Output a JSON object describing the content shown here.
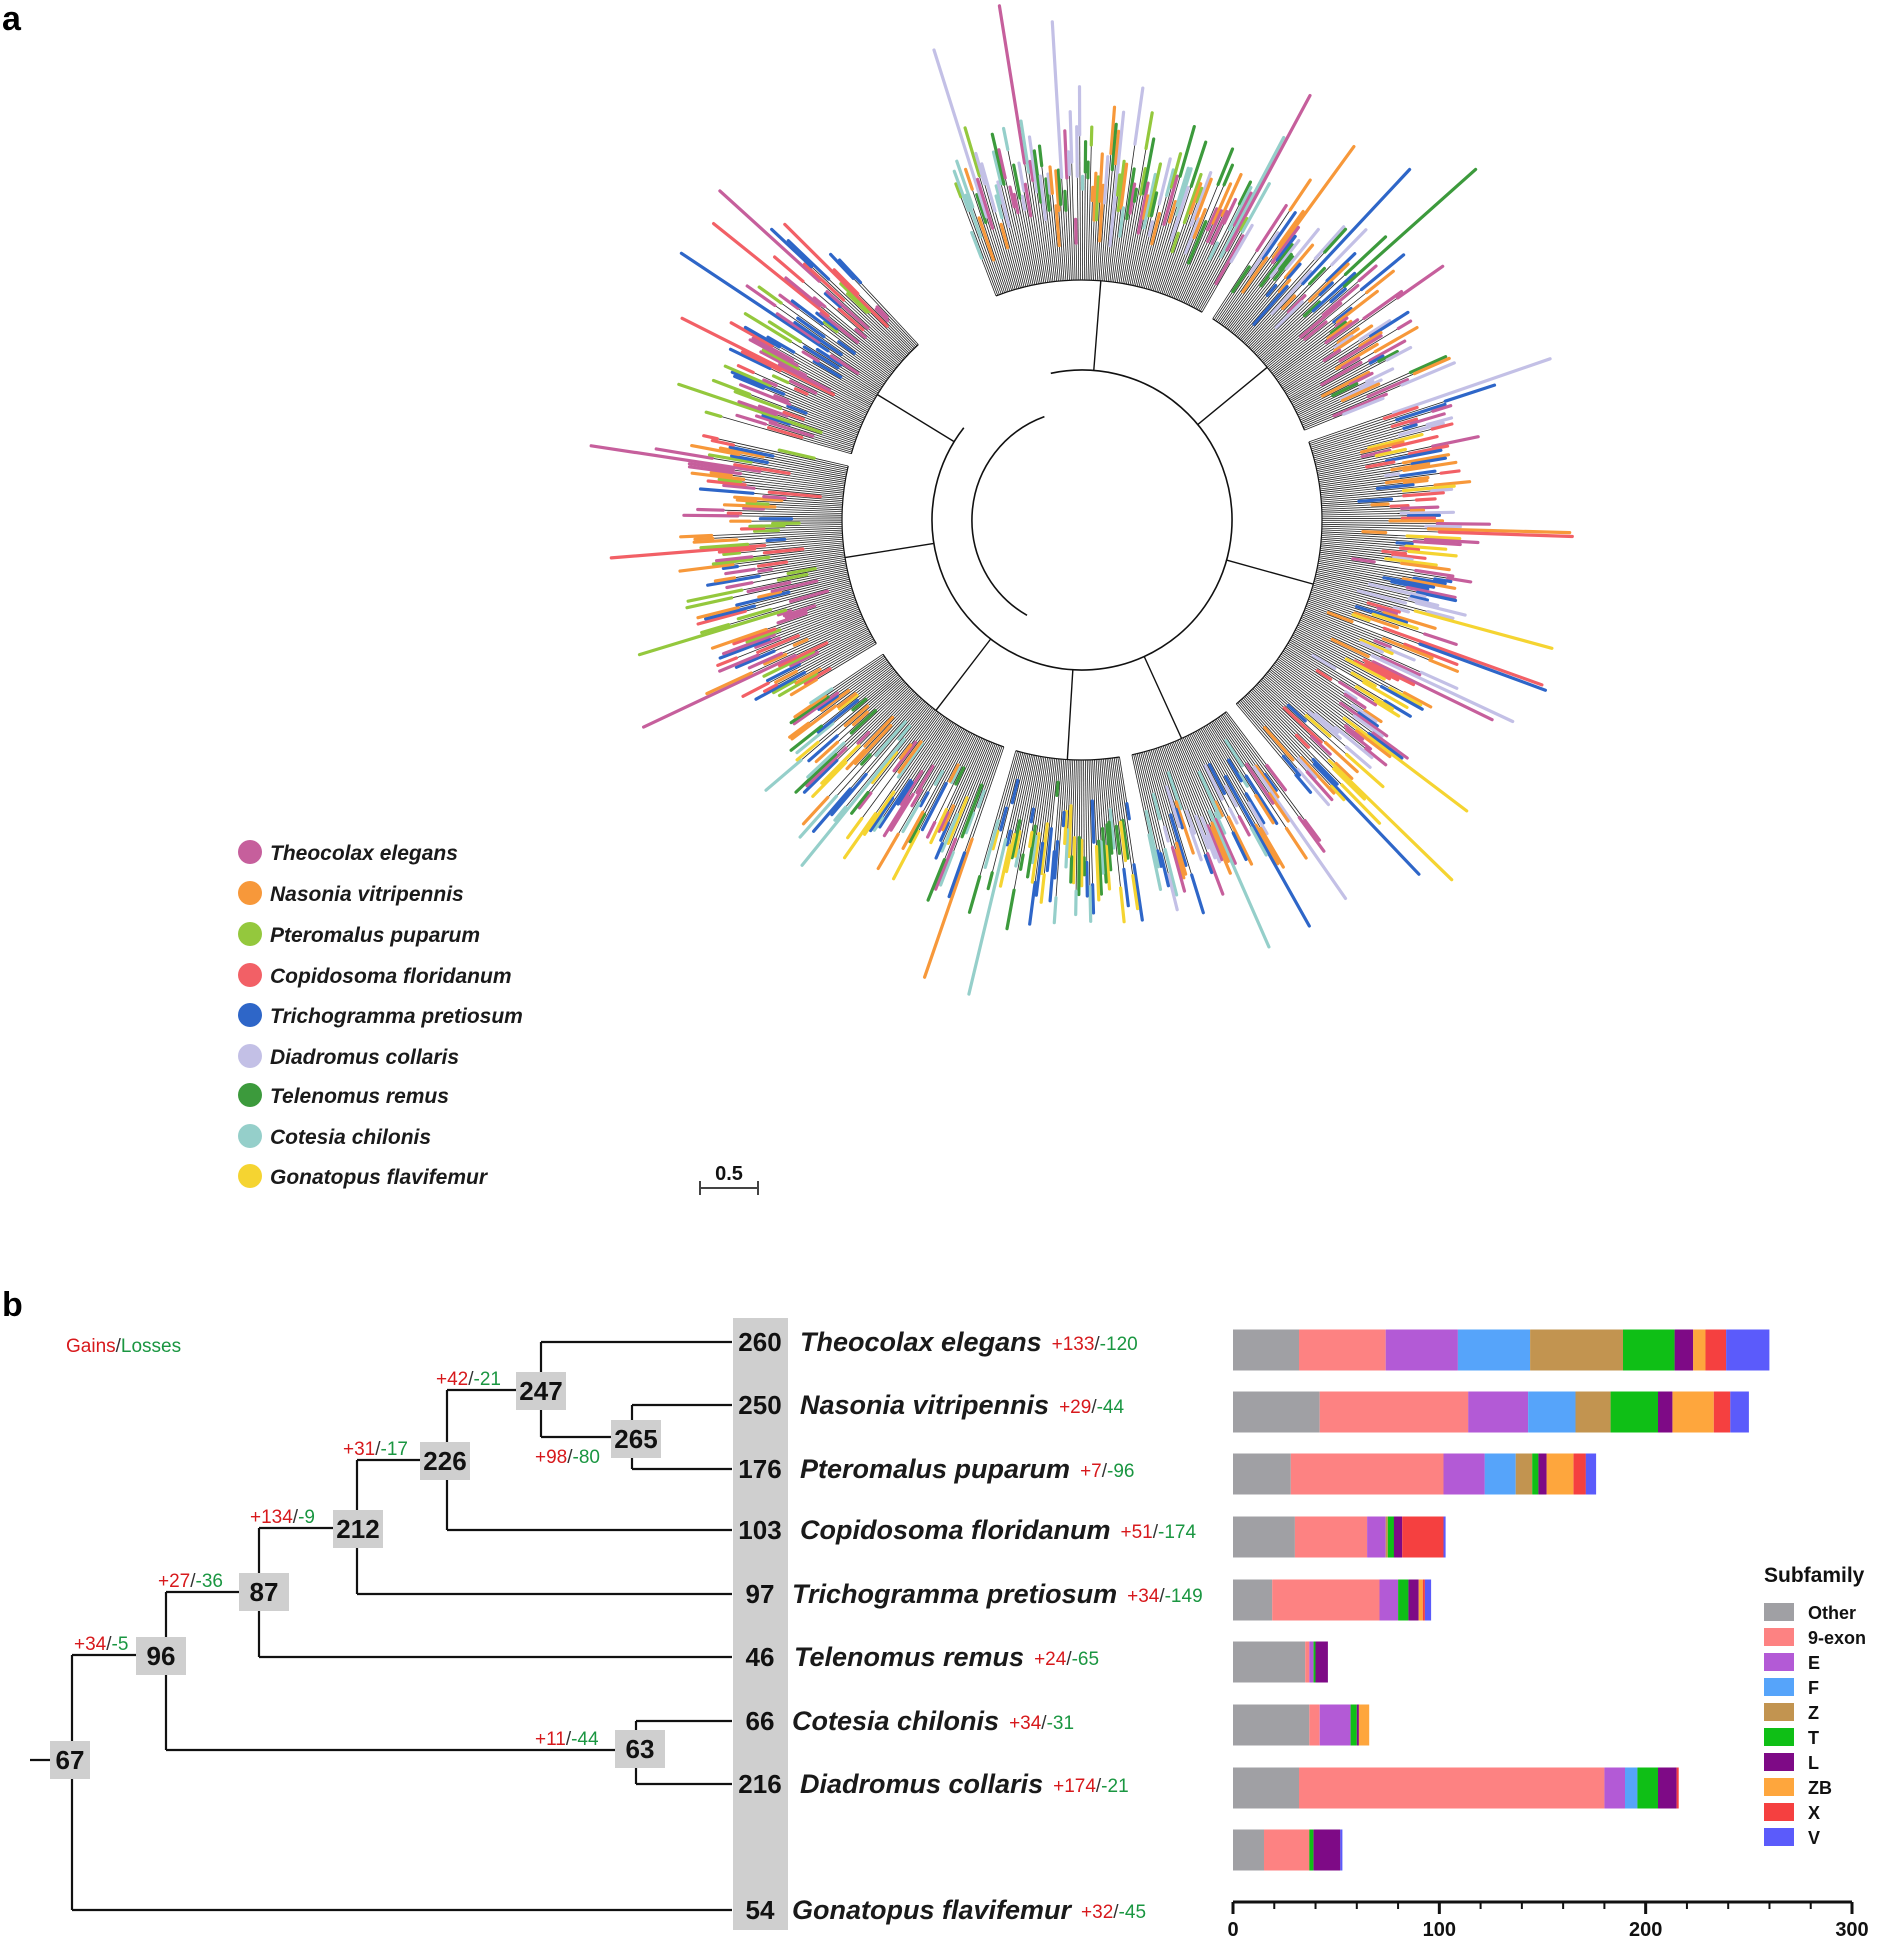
{
  "panel_a": {
    "label": "a",
    "scale_bar": "0.5",
    "legend": [
      {
        "name": "Theocolax elegans",
        "color": "#c65f9c"
      },
      {
        "name": "Nasonia vitripennis",
        "color": "#f7983a"
      },
      {
        "name": "Pteromalus puparum",
        "color": "#94c83d"
      },
      {
        "name": "Copidosoma floridanum",
        "color": "#f26066"
      },
      {
        "name": "Trichogramma pretiosum",
        "color": "#2e66c8"
      },
      {
        "name": "Diadromus collaris",
        "color": "#c3c0e6"
      },
      {
        "name": "Telenomus remus",
        "color": "#3c9a3c"
      },
      {
        "name": "Cotesia chilonis",
        "color": "#95cfca"
      },
      {
        "name": "Gonatopus flavifemur",
        "color": "#f5d431"
      }
    ]
  },
  "panel_b": {
    "label": "b",
    "gains_label": "Gains",
    "slash": "/",
    "losses_label": "Losses",
    "gain_color": "#d7191c",
    "loss_color": "#1a9641",
    "species": [
      {
        "name": "Theocolax elegans",
        "count": "260",
        "gain": "+133",
        "loss": "-120"
      },
      {
        "name": "Nasonia vitripennis",
        "count": "250",
        "gain": "+29",
        "loss": "-44"
      },
      {
        "name": "Pteromalus puparum",
        "count": "176",
        "gain": "+7",
        "loss": "-96"
      },
      {
        "name": "Copidosoma floridanum",
        "count": "103",
        "gain": "+51",
        "loss": "-174"
      },
      {
        "name": "Trichogramma pretiosum",
        "count": "97",
        "gain": "+34",
        "loss": "-149"
      },
      {
        "name": "Telenomus remus",
        "count": "46",
        "gain": "+24",
        "loss": "-65"
      },
      {
        "name": "Cotesia chilonis",
        "count": "66",
        "gain": "+34",
        "loss": "-31"
      },
      {
        "name": "Diadromus collaris",
        "count": "216",
        "gain": "+174",
        "loss": "-21"
      },
      {
        "name": "Gonatopus flavifemur",
        "count": "54",
        "gain": "+32",
        "loss": "-45"
      }
    ],
    "internal_nodes": [
      {
        "count": "247",
        "gain": "+42",
        "loss": "-21"
      },
      {
        "count": "265",
        "gain": "+98",
        "loss": "-80"
      },
      {
        "count": "226",
        "gain": "+31",
        "loss": "-17"
      },
      {
        "count": "212",
        "gain": "+134",
        "loss": "-9"
      },
      {
        "count": "87",
        "gain": "+27",
        "loss": "-36"
      },
      {
        "count": "96",
        "gain": "+34",
        "loss": "-5"
      },
      {
        "count": "63",
        "gain": "+11",
        "loss": "-44"
      },
      {
        "count": "67",
        "gain": "",
        "loss": ""
      }
    ]
  },
  "chart_data": {
    "type": "bar",
    "orientation": "horizontal",
    "stacked": true,
    "categories": [
      "Theocolax elegans",
      "Nasonia vitripennis",
      "Pteromalus puparum",
      "Copidosoma floridanum",
      "Trichogramma pretiosum",
      "Telenomus remus",
      "Cotesia chilonis",
      "Diadromus collaris",
      "Gonatopus flavifemur"
    ],
    "legend_title": "Subfamily",
    "legend_position": "right",
    "xlim": [
      0,
      300
    ],
    "xticks": [
      "0",
      "100",
      "200",
      "300"
    ],
    "series": [
      {
        "name": "Other",
        "color": "#a0a0a4",
        "values": [
          32,
          42,
          28,
          30,
          19,
          35,
          37,
          32,
          15
        ]
      },
      {
        "name": "9-exon",
        "color": "#fd8282",
        "values": [
          42,
          72,
          74,
          35,
          52,
          2,
          5,
          148,
          22
        ]
      },
      {
        "name": "E",
        "color": "#b35ad6",
        "values": [
          35,
          29,
          20,
          9,
          9,
          2,
          15,
          10,
          0
        ]
      },
      {
        "name": "F",
        "color": "#56a4fa",
        "values": [
          35,
          23,
          15,
          0,
          0,
          0,
          0,
          6,
          0
        ]
      },
      {
        "name": "Z",
        "color": "#c29450",
        "values": [
          45,
          17,
          8,
          1,
          0,
          0,
          0,
          0,
          0
        ]
      },
      {
        "name": "T",
        "color": "#0fbf16",
        "values": [
          25,
          23,
          3,
          3,
          5,
          1,
          3,
          10,
          2
        ]
      },
      {
        "name": "L",
        "color": "#7e0a86",
        "values": [
          9,
          7,
          4,
          4,
          5,
          6,
          1,
          9,
          13
        ]
      },
      {
        "name": "ZB",
        "color": "#fea63d",
        "values": [
          6,
          20,
          13,
          0,
          2,
          0,
          5,
          0,
          0
        ]
      },
      {
        "name": "X",
        "color": "#f54040",
        "values": [
          10,
          8,
          6,
          20,
          1,
          0,
          0,
          1,
          0
        ]
      },
      {
        "name": "V",
        "color": "#5b5bfb",
        "values": [
          21,
          9,
          5,
          1,
          3,
          0,
          0,
          0,
          1
        ]
      }
    ]
  }
}
